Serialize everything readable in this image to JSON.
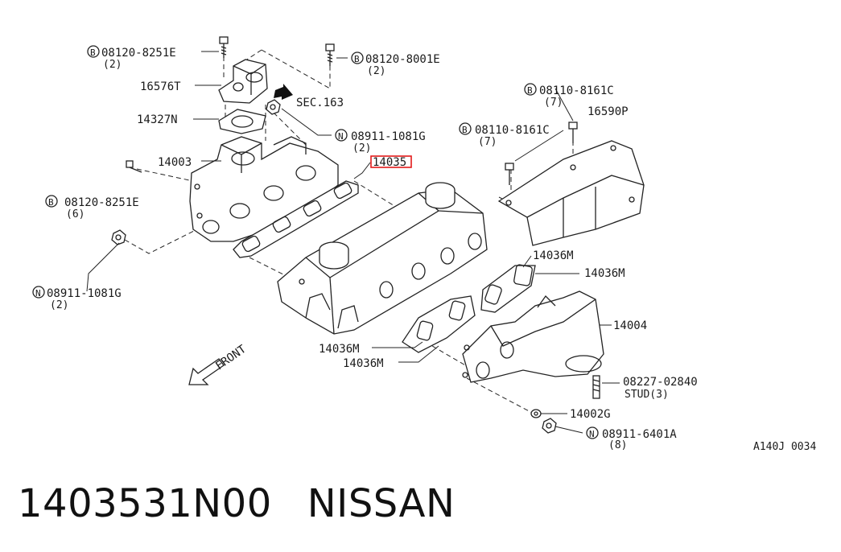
{
  "diagram": {
    "code": "A140J 0034",
    "front_label": "FRONT",
    "sec_ref": "SEC.163",
    "callouts": {
      "bolt_top_left": {
        "prefix": "B",
        "part": "08120-8251E",
        "qty": "(2)"
      },
      "bolt_top_right": {
        "prefix": "B",
        "part": "08120-8001E",
        "qty": "(2)"
      },
      "outlet": {
        "part": "16576T"
      },
      "gasket_outlet": {
        "part": "14327N"
      },
      "nut_upper": {
        "prefix": "N",
        "part": "08911-1081G",
        "qty": "(2)"
      },
      "intake_manifold": {
        "part": "14003"
      },
      "gasket_intake_highlighted": {
        "part": "14035"
      },
      "bolt_left": {
        "prefix": "B",
        "part": "08120-8251E",
        "qty": "(6)"
      },
      "nut_lower_left": {
        "prefix": "N",
        "part": "08911-1081G",
        "qty": "(2)"
      },
      "bolt_heatshield_upper": {
        "prefix": "B",
        "part": "08110-8161C",
        "qty": "(7)"
      },
      "bolt_heatshield_lower": {
        "prefix": "B",
        "part": "08110-8161C",
        "qty": "(7)"
      },
      "heat_shield": {
        "part": "16590P"
      },
      "gasket_exhaust_upper": {
        "part": "14036M"
      },
      "gasket_exhaust_right": {
        "part": "14036M"
      },
      "exhaust_manifold": {
        "part": "14004"
      },
      "gasket_exhaust_lower_1": {
        "part": "14036M"
      },
      "gasket_exhaust_lower_2": {
        "part": "14036M"
      },
      "stud": {
        "part": "08227-02840",
        "qty": "STUD(3)"
      },
      "nut_exhaust": {
        "part": "14002G"
      },
      "nut_exhaust_bottom": {
        "prefix": "N",
        "part": "08911-6401A",
        "qty": "(8)"
      }
    }
  },
  "footer": {
    "part_number": "1403531N00",
    "brand": "NISSAN"
  },
  "colors": {
    "ink": "#222222",
    "highlight": "#e21b1b",
    "background": "#ffffff"
  }
}
